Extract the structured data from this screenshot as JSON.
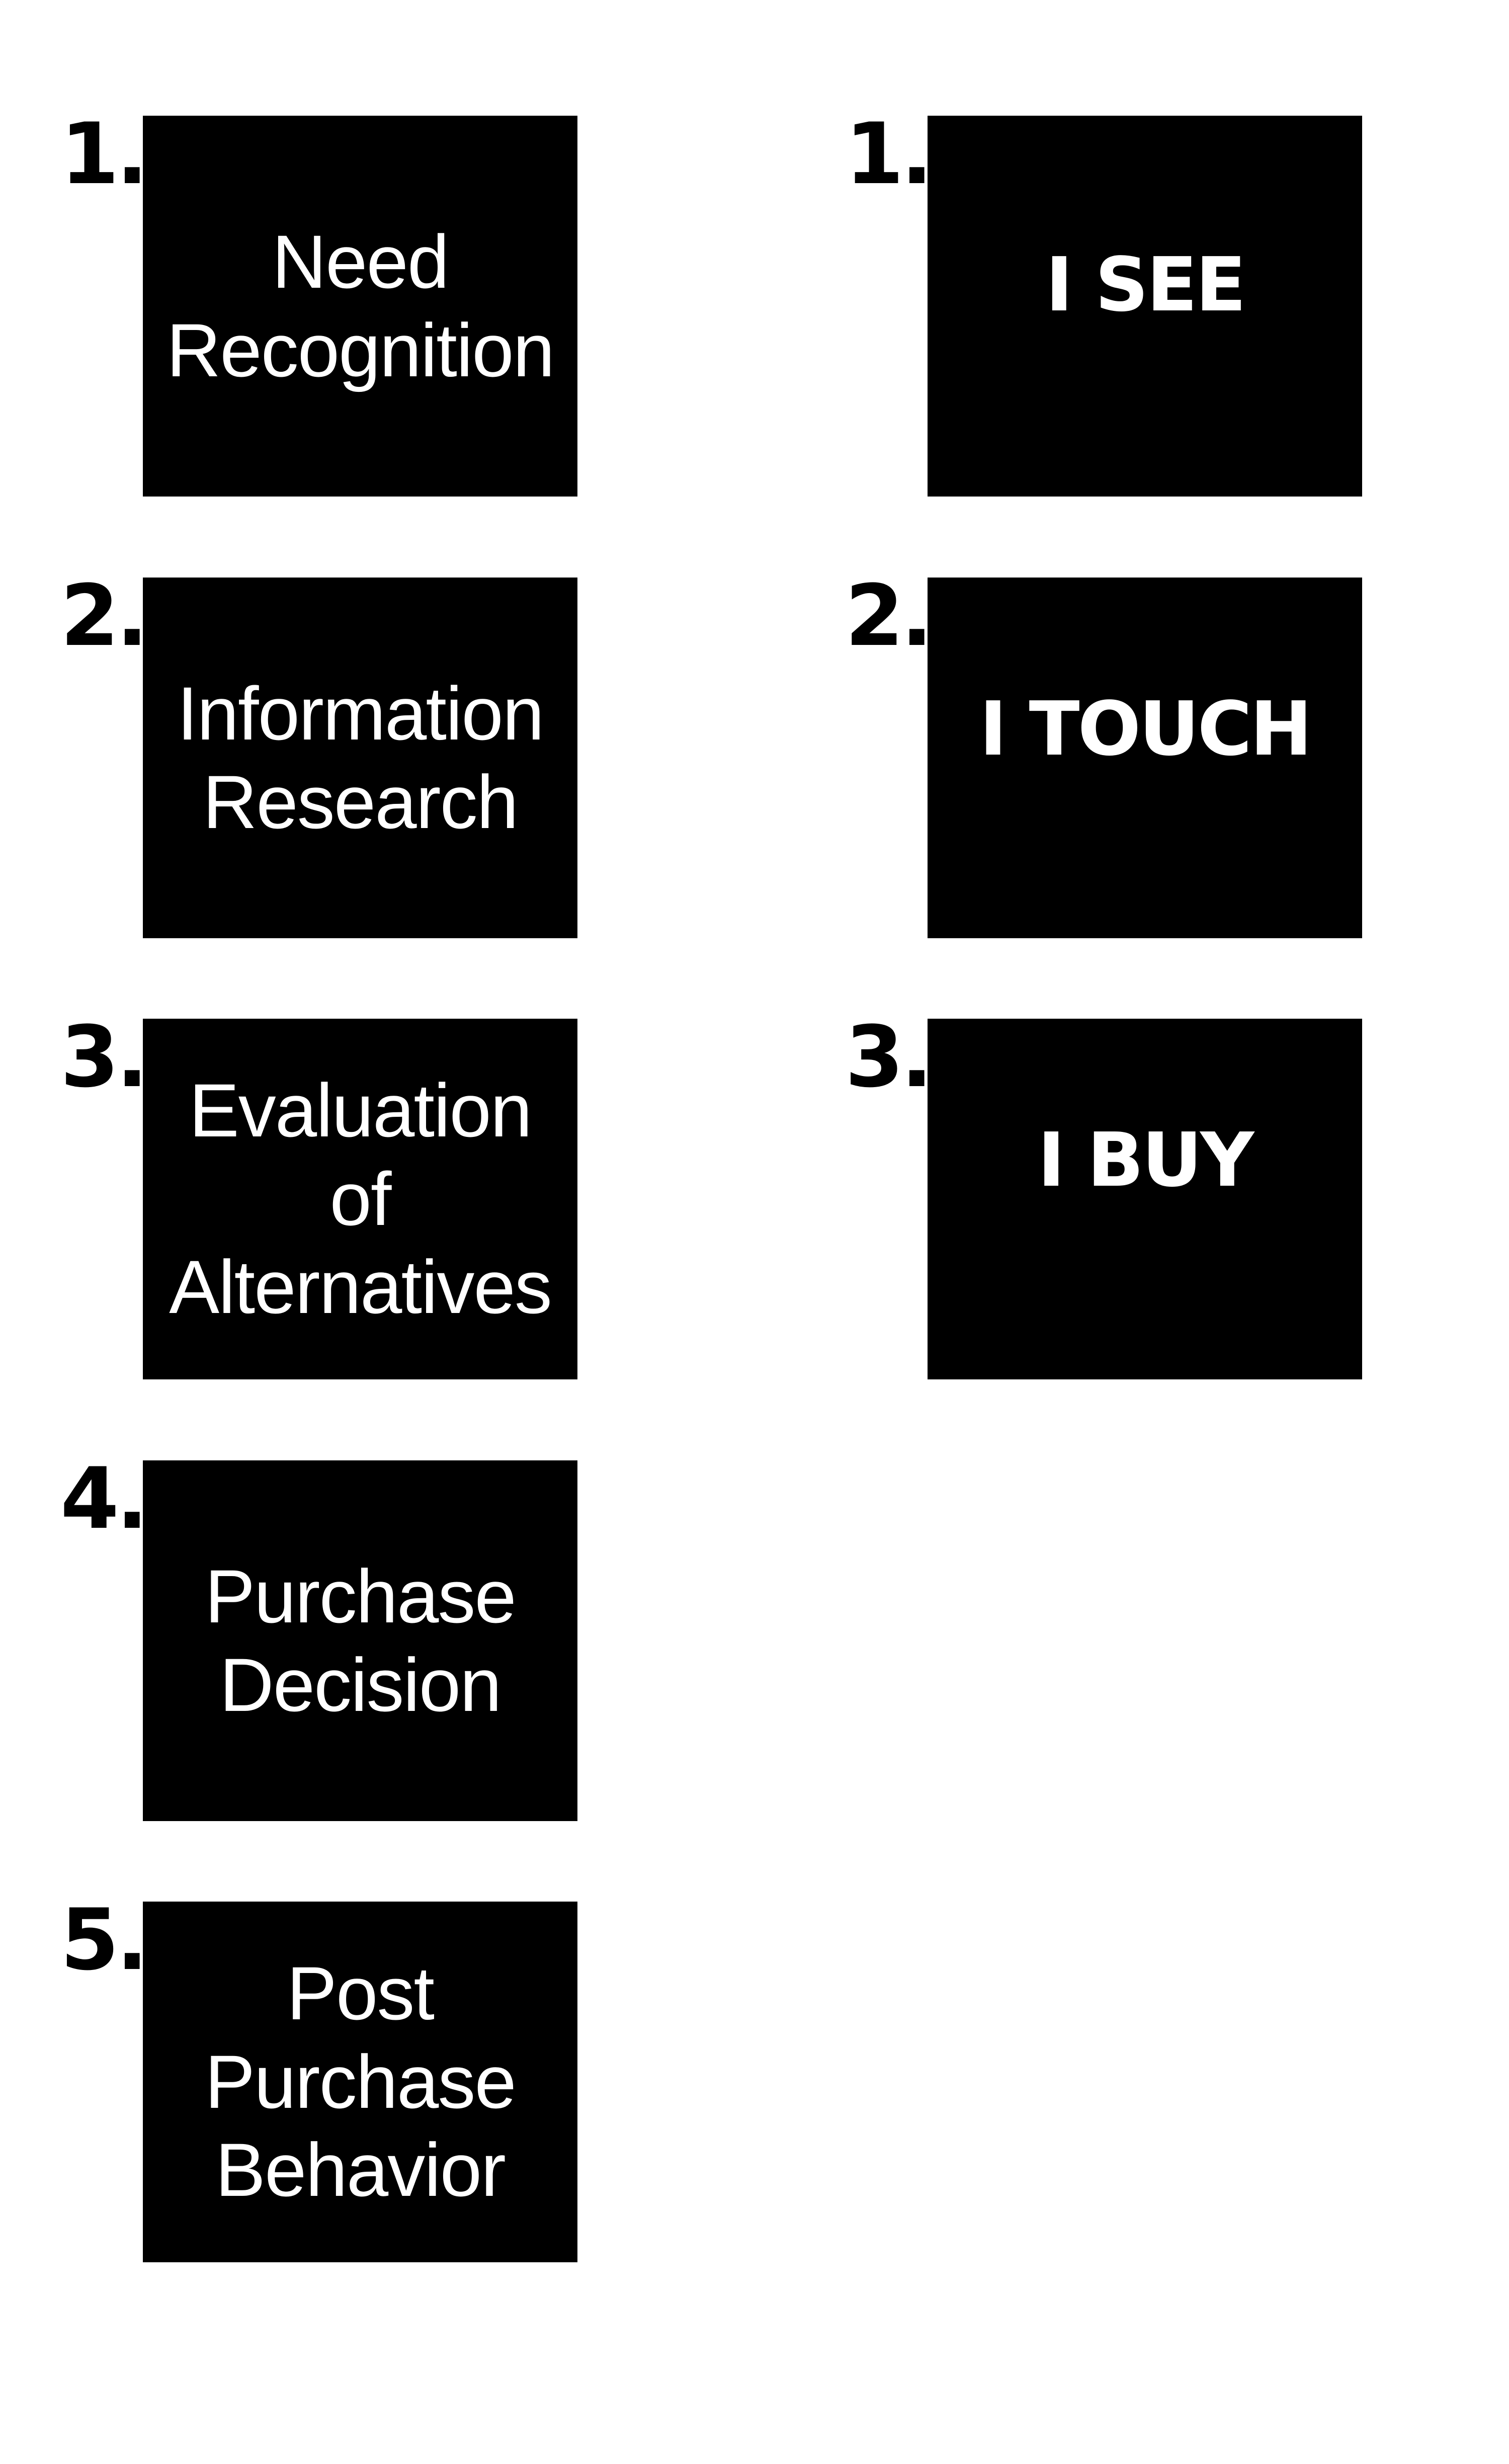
{
  "colors": {
    "background": "#ffffff",
    "box_fill": "#000000",
    "box_text": "#ffffff",
    "number_text": "#000000"
  },
  "left_column": {
    "steps": [
      {
        "number": "1.",
        "label": "Need\nRecognition"
      },
      {
        "number": "2.",
        "label": "Information\nResearch"
      },
      {
        "number": "3.",
        "label": "Evaluation\nof\nAlternatives"
      },
      {
        "number": "4.",
        "label": "Purchase\nDecision"
      },
      {
        "number": "5.",
        "label": "Post\nPurchase\nBehavior"
      }
    ]
  },
  "right_column": {
    "steps": [
      {
        "number": "1.",
        "label": "I SEE"
      },
      {
        "number": "2.",
        "label": "I TOUCH"
      },
      {
        "number": "3.",
        "label": "I BUY"
      }
    ]
  }
}
